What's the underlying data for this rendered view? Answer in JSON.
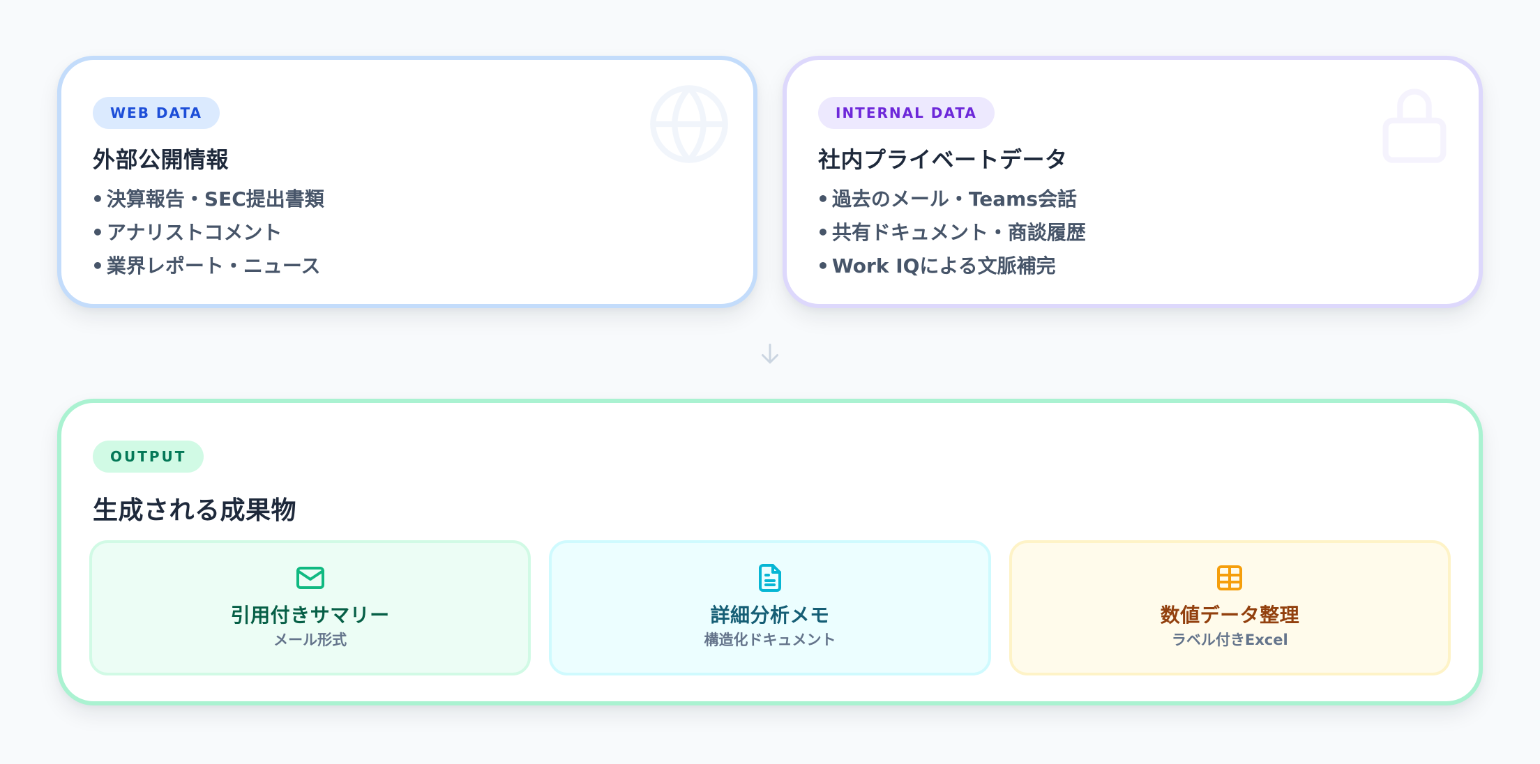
{
  "web_card": {
    "badge": "WEB DATA",
    "title": "外部公開情報",
    "icon": "globe-icon",
    "items": [
      "決算報告・SEC提出書類",
      "アナリストコメント",
      "業界レポート・ニュース"
    ]
  },
  "internal_card": {
    "badge": "INTERNAL DATA",
    "title": "社内プライベートデータ",
    "icon": "lock-icon",
    "items": [
      "過去のメール・Teams会話",
      "共有ドキュメント・商談履歴",
      "Work IQによる文脈補完"
    ]
  },
  "flow_arrow": {
    "icon": "arrow-down-icon"
  },
  "output_card": {
    "badge": "OUTPUT",
    "title": "生成される成果物",
    "outputs": [
      {
        "icon": "mail-icon",
        "title": "引用付きサマリー",
        "subtitle": "メール形式",
        "color": "#10b981"
      },
      {
        "icon": "document-icon",
        "title": "詳細分析メモ",
        "subtitle": "構造化ドキュメント",
        "color": "#06b6d4"
      },
      {
        "icon": "table-icon",
        "title": "数値データ整理",
        "subtitle": "ラベル付きExcel",
        "color": "#f59e0b"
      }
    ]
  },
  "bullet": "•",
  "colors": {
    "background": "#f8fafc",
    "web_border": "#c3dcfb",
    "internal_border": "#ddd8fc",
    "output_border": "#aaf2d1",
    "web_accent": "#1d4ed8",
    "internal_accent": "#6d28d9",
    "output_accent": "#047857"
  }
}
